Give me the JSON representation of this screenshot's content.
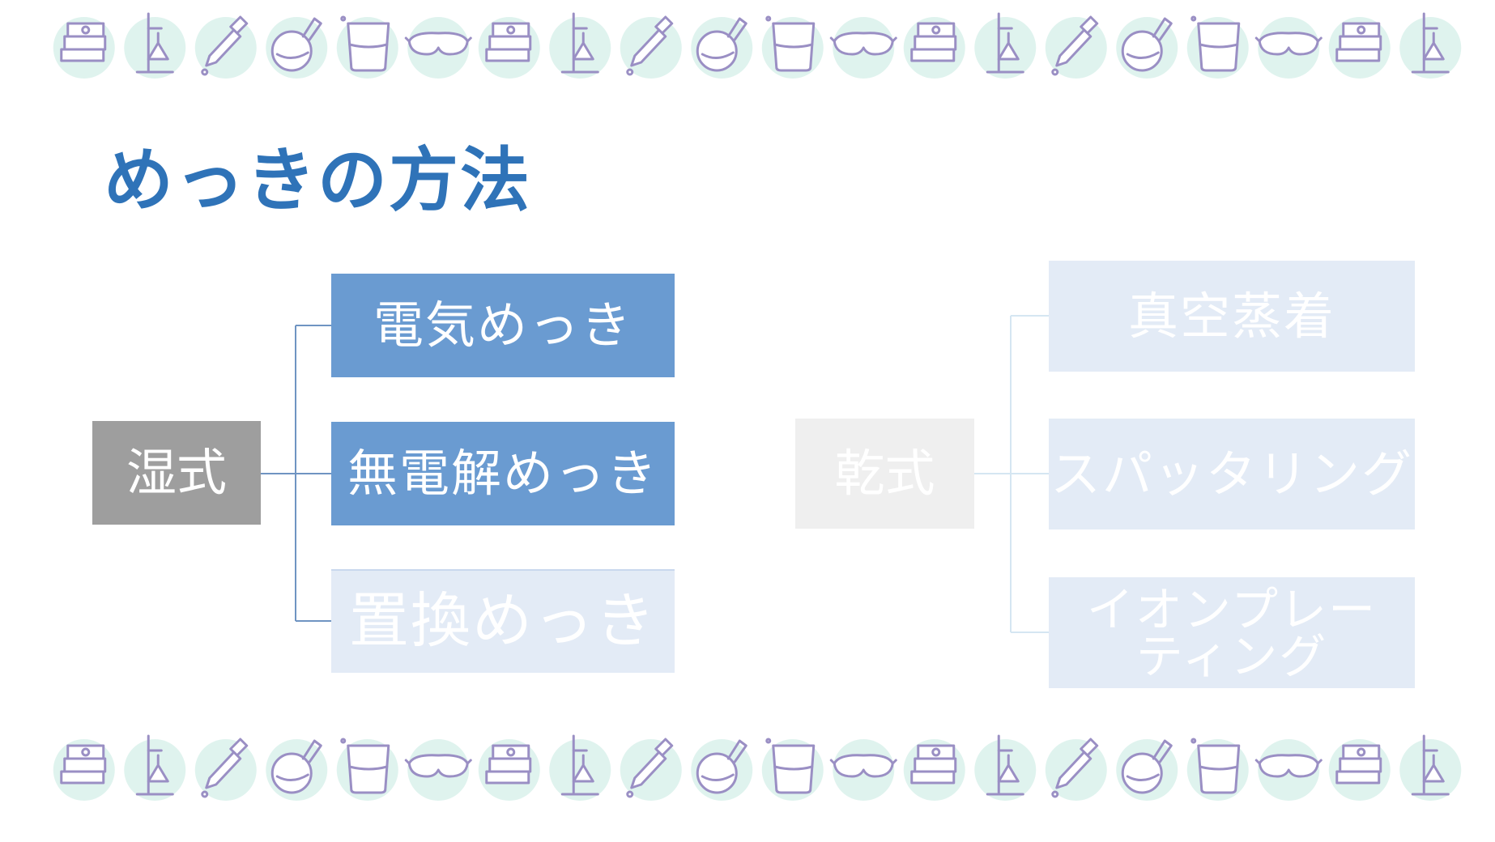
{
  "slide": {
    "title": "めっきの方法"
  },
  "diagram": {
    "wet": {
      "label": "湿式",
      "methods": [
        "電気めっき",
        "無電解めっき",
        "置換めっき"
      ]
    },
    "dry": {
      "label": "乾式",
      "methods": [
        "真空蒸着",
        "スパッタリング",
        "イオンプレーティング"
      ]
    }
  },
  "colors": {
    "title": "#2f73b8",
    "active_box": "#6a9bd1",
    "faded_box": "#e3ebf6",
    "wet_root": "#9e9e9e",
    "dry_root": "#efefef",
    "icon_blob": "#dff3ee",
    "icon_line": "#9a8fc4"
  },
  "decoration": {
    "icons": [
      "book-stack-icon",
      "ring-stand-icon",
      "dropper-icon",
      "round-flask-icon",
      "beaker-icon",
      "goggles-icon"
    ]
  }
}
